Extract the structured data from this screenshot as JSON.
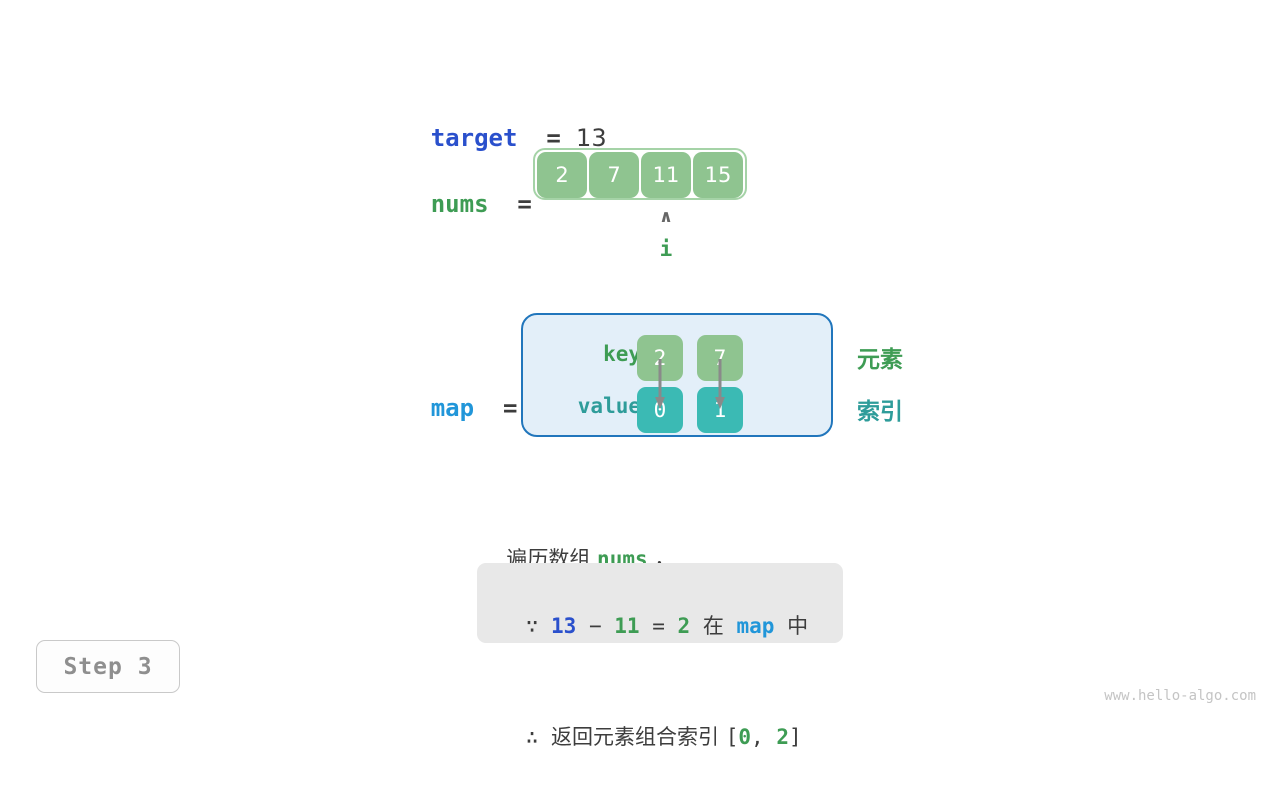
{
  "target": {
    "name": "target",
    "equals": "=",
    "value": "13"
  },
  "nums": {
    "name": "nums",
    "equals": "=",
    "cells": [
      "2",
      "7",
      "11",
      "15"
    ],
    "pointer": {
      "caret": "∧",
      "label": "i",
      "index": 2
    }
  },
  "map": {
    "name": "map",
    "equals": "=",
    "key_label": "key",
    "value_label": "value",
    "keys": [
      "2",
      "7"
    ],
    "values": [
      "0",
      "1"
    ],
    "side_labels": {
      "element": "元素",
      "index": "索引"
    }
  },
  "caption": {
    "prefix": "遍历数组 ",
    "code": "nums",
    "suffix": " ，"
  },
  "note": {
    "line1": {
      "because_symbol": "∵",
      "a": "13",
      "minus": "−",
      "b": "11",
      "eq": "=",
      "result": "2",
      "in_text": "在",
      "map_name": "map",
      "tail_text": "中"
    },
    "line2": {
      "therefore_symbol": "∴",
      "text": "返回元素组合索引 ",
      "bracket_open": "[",
      "i1": "0",
      "comma": ", ",
      "i2": "2",
      "bracket_close": "]"
    }
  },
  "step_badge": {
    "label": "Step 3"
  },
  "watermark": {
    "text": "www.hello-algo.com"
  },
  "colors": {
    "green": "#3e9c54",
    "green_fill": "#8fc490",
    "teal": "#2e9c9a",
    "teal_fill": "#3bbab4",
    "blue_dark": "#2a50cc",
    "blue_light": "#2196d9",
    "map_box_bg": "#e3eff9",
    "map_box_border": "#2176bc",
    "note_bg": "#e8e8e8",
    "text": "#3d3d3d",
    "arrow_gray": "#8a8a8a"
  }
}
